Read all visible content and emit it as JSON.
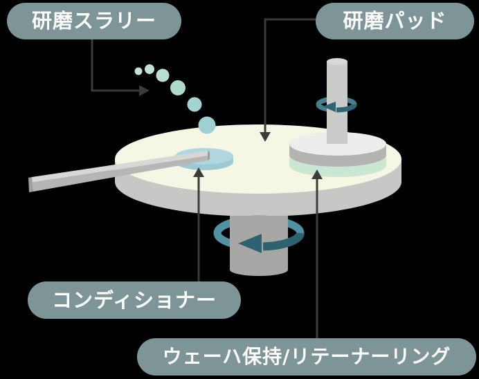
{
  "diagram": {
    "title": "CMP polishing process diagram",
    "labels": {
      "slurry": "研磨スラリー",
      "pad": "研磨パッド",
      "conditioner": "コンディショナー",
      "wafer_retainer": "ウェーハ保持/リテーナーリング"
    },
    "colors": {
      "background": "#000000",
      "label_bg": "#7e9597",
      "label_text": "#ffffff",
      "pointer": "#3b3b3b",
      "platen_top": "#f5f6e3",
      "platen_side": "#c7c8c5",
      "pedestal": "#a7a7a5",
      "ring_back": "#4f93a3",
      "ring_front": "#2d6270",
      "shaft": "#cbcbc9",
      "shaft_top": "#d8d8d6",
      "shaft_ring_back": "#45808e",
      "shaft_ring_front": "#2f6573",
      "head_top": "#ededeb",
      "head_side": "#b3b3b1",
      "wafer_band": "#c9e7d3",
      "conditioner_top": "#aed7df",
      "conditioner_side": "#9cc9d3",
      "arm_top": "#d7d7d5",
      "arm_front": "#b6b6b4",
      "arm_cap": "#9f9f9d",
      "droplets": [
        "#c3e6d4",
        "#bfe3d2",
        "#b7dfd0",
        "#add9cf",
        "#a4d4cf",
        "#9cd0d3"
      ]
    }
  }
}
